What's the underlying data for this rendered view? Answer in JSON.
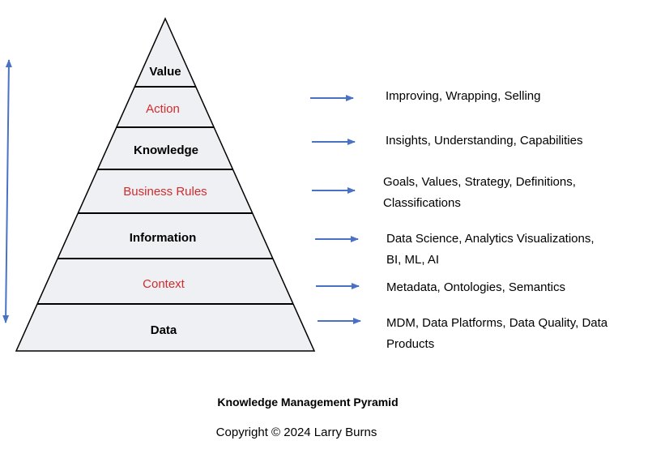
{
  "pyramid": {
    "fill_color": "#eef0f4",
    "outline_color": "#000000",
    "accent_red": "#d22b2b",
    "arrow_color": "#4a72c4",
    "layers": [
      {
        "label": "Value",
        "style": "bold"
      },
      {
        "label": "Action",
        "style": "red"
      },
      {
        "label": "Knowledge",
        "style": "bold"
      },
      {
        "label": "Business Rules",
        "style": "red"
      },
      {
        "label": "Information",
        "style": "bold"
      },
      {
        "label": "Context",
        "style": "red"
      },
      {
        "label": "Data",
        "style": "bold"
      }
    ]
  },
  "descriptions": [
    {
      "lines": [
        "Improving, Wrapping, Selling"
      ]
    },
    {
      "lines": [
        "Insights, Understanding, Capabilities"
      ]
    },
    {
      "lines": [
        "Goals, Values, Strategy, Definitions,",
        "Classifications"
      ]
    },
    {
      "lines": [
        "Data Science, Analytics Visualizations,",
        "BI, ML, AI"
      ]
    },
    {
      "lines": [
        "Metadata, Ontologies, Semantics"
      ]
    },
    {
      "lines": [
        "MDM, Data Platforms, Data Quality, Data",
        "Products"
      ]
    }
  ],
  "title": "Knowledge Management Pyramid",
  "copyright": "Copyright © 2024 Larry Burns"
}
